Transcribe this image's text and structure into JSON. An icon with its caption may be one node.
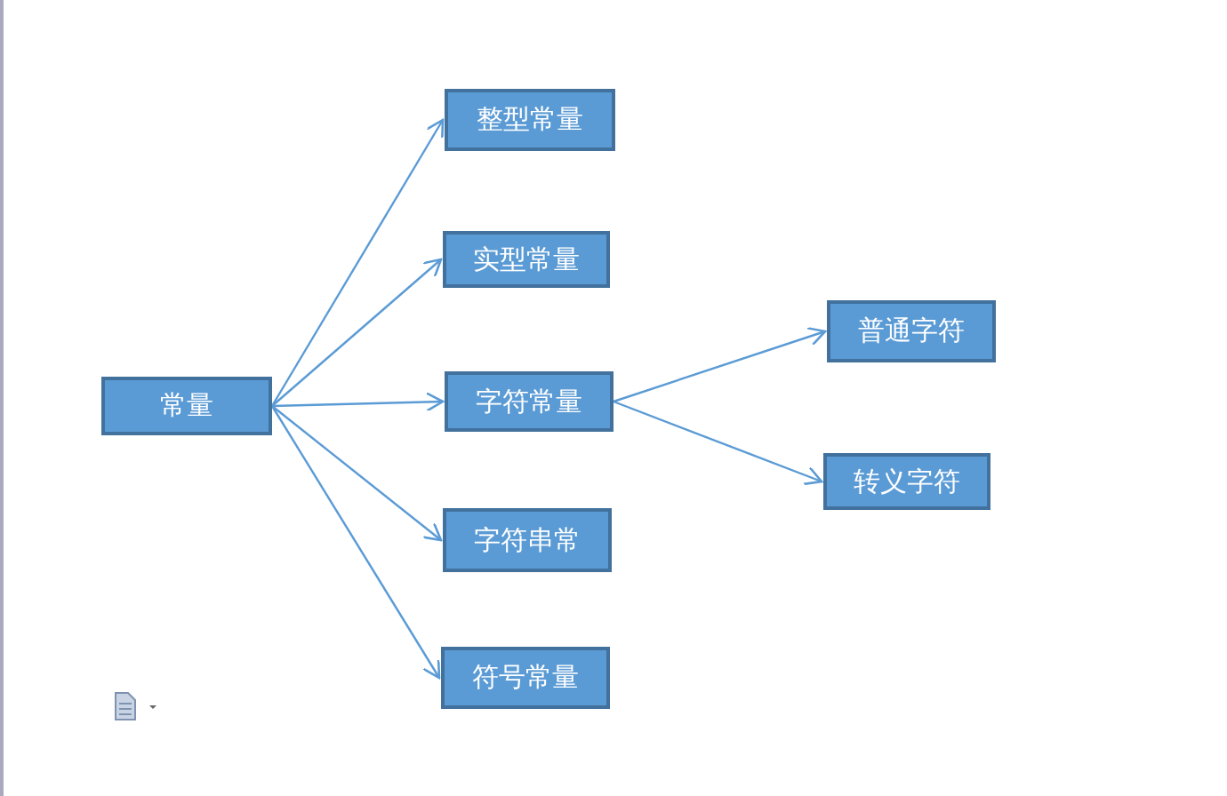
{
  "diagram": {
    "nodes": [
      {
        "text": [
          "常量"
        ]
      },
      {
        "text": [
          "整型常量"
        ]
      },
      {
        "text": [
          "实型常量"
        ]
      },
      {
        "text": [
          "字符常量"
        ]
      },
      {
        "text": [
          "字符串常"
        ]
      },
      {
        "text": [
          "符号常量"
        ]
      },
      {
        "text": [
          "普通字符"
        ]
      },
      {
        "text": [
          "转义字符"
        ]
      }
    ],
    "edges": [
      {
        "from": 0,
        "to": 1,
        "arrow": "to"
      },
      {
        "from": 0,
        "to": 2,
        "arrow": "to"
      },
      {
        "from": 0,
        "to": 3,
        "arrow": "to"
      },
      {
        "from": 0,
        "to": 4,
        "arrow": "to"
      },
      {
        "from": 0,
        "to": 5,
        "arrow": "to"
      },
      {
        "from": 3,
        "to": 6,
        "arrow": "to"
      },
      {
        "from": 3,
        "to": 7,
        "arrow": "to"
      }
    ]
  }
}
